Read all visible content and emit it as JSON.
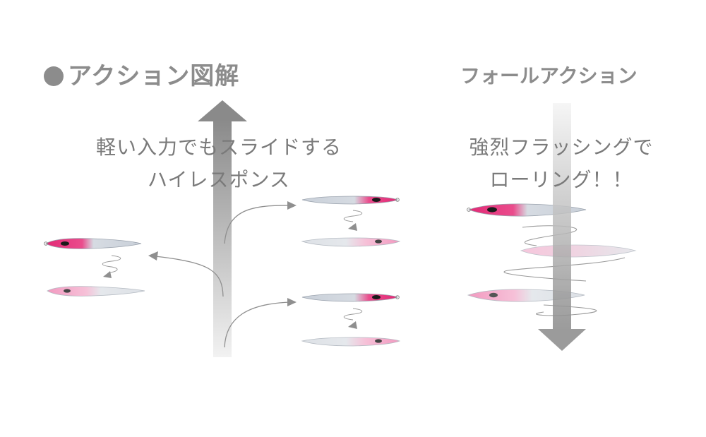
{
  "left": {
    "title": "アクション図解",
    "caption_lines": [
      "軽い入力でもスライドする",
      "ハイレスポンス"
    ]
  },
  "right": {
    "title": "フォールアクション",
    "caption_lines": [
      "強烈フラッシングで",
      "ローリング！！"
    ]
  },
  "colors": {
    "text_gray": "#8c8c8c",
    "arrow_gray": "#8a8a8a",
    "lure_pink": "#e8347a",
    "lure_light_pink": "#f4a6c6",
    "lure_silver": "#d9dde3"
  }
}
